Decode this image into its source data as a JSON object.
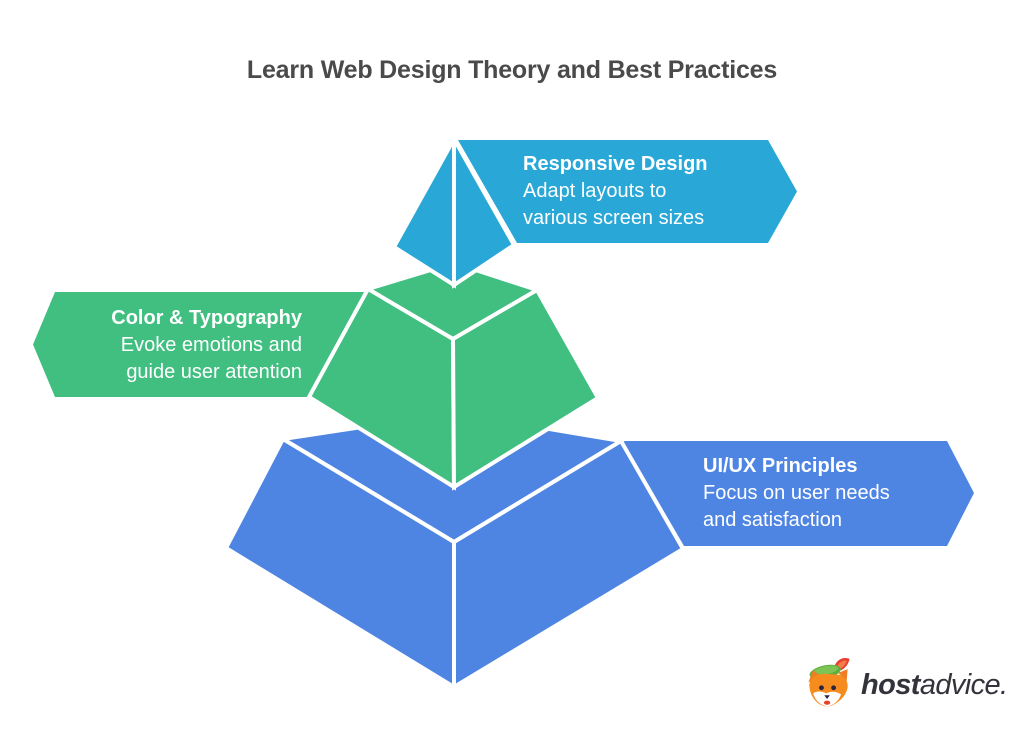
{
  "title": "Learn Web Design Theory and Best Practices",
  "colors": {
    "cyan": "#29a7d7",
    "green": "#40bf81",
    "blue": "#4f85e2",
    "title_text": "#4a4a4a",
    "band_text": "#ffffff"
  },
  "tiers": [
    {
      "id": "responsive-design",
      "level": "top",
      "side": "right",
      "color": "#29a7d7",
      "heading": "Responsive Design",
      "line1": "Adapt layouts to",
      "line2": "various screen sizes"
    },
    {
      "id": "color-typography",
      "level": "middle",
      "side": "left",
      "color": "#40bf81",
      "heading": "Color & Typography",
      "line1": "Evoke emotions and",
      "line2": "guide user attention"
    },
    {
      "id": "uiux-principles",
      "level": "bottom",
      "side": "right",
      "color": "#4f85e2",
      "heading": "UI/UX Principles",
      "line1": "Focus on user needs",
      "line2": "and satisfaction"
    }
  ],
  "logo": {
    "icon": "fox-mascot-icon",
    "brand_bold": "host",
    "brand_regular": "advice."
  }
}
